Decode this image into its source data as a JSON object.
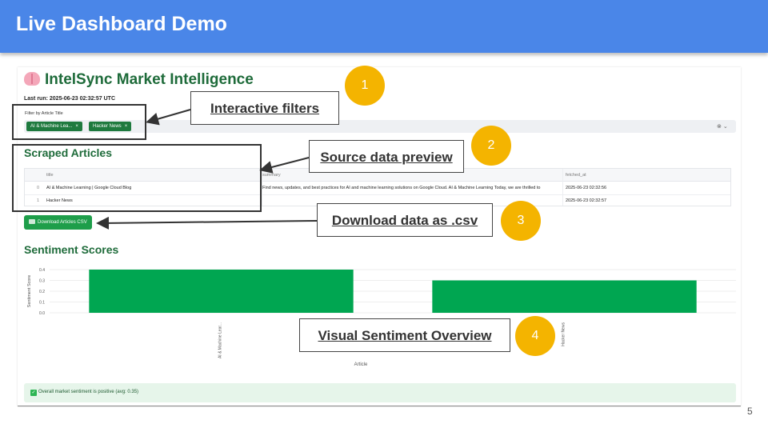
{
  "slide": {
    "title": "Live Dashboard Demo",
    "page_number": "5"
  },
  "app": {
    "title": "IntelSync Market Intelligence",
    "last_run": "Last run: 2025-06-23 02:32:57 UTC",
    "filter": {
      "label": "Filter by Article Title",
      "chips": [
        "AI & Machine Lea...",
        "Hacker News"
      ]
    },
    "articles_section": {
      "title": "Scraped Articles",
      "columns": [
        "title",
        "summary",
        "fetched_at"
      ],
      "rows": [
        {
          "index": "0",
          "title": "AI & Machine Learning | Google Cloud Blog",
          "summary": "Find news, updates, and best practices for AI and machine learning solutions on Google Cloud. AI & Machine Learning Today, we are thrilled to",
          "fetched_at": "2025-06-23 02:32:56"
        },
        {
          "index": "1",
          "title": "Hacker News",
          "summary": "",
          "fetched_at": "2025-06-23 02:32:57"
        }
      ]
    },
    "download_label": "Download Articles CSV",
    "sentiment_section": {
      "title": "Sentiment Scores"
    },
    "success_message": "Overall market sentiment is positive (avg: 0.35)"
  },
  "callouts": [
    {
      "number": "1",
      "label": "Interactive filters"
    },
    {
      "number": "2",
      "label": "Source data preview"
    },
    {
      "number": "3",
      "label": "Download data as .csv"
    },
    {
      "number": "4",
      "label": "Visual Sentiment Overview"
    }
  ],
  "colors": {
    "header": "#4a86e8",
    "accent_green": "#1e6b3a",
    "bar": "#00a651",
    "badge": "#f4b400"
  },
  "chart_data": {
    "type": "bar",
    "categories": [
      "AI & Machine Lear...",
      "Hacker News"
    ],
    "values": [
      0.4,
      0.3
    ],
    "xlabel": "Article",
    "ylabel": "Sentiment Score",
    "ylim": [
      0,
      0.4
    ],
    "yticks": [
      "0.0",
      "0.1",
      "0.2",
      "0.3",
      "0.4"
    ],
    "bar_color": "#00a651"
  }
}
